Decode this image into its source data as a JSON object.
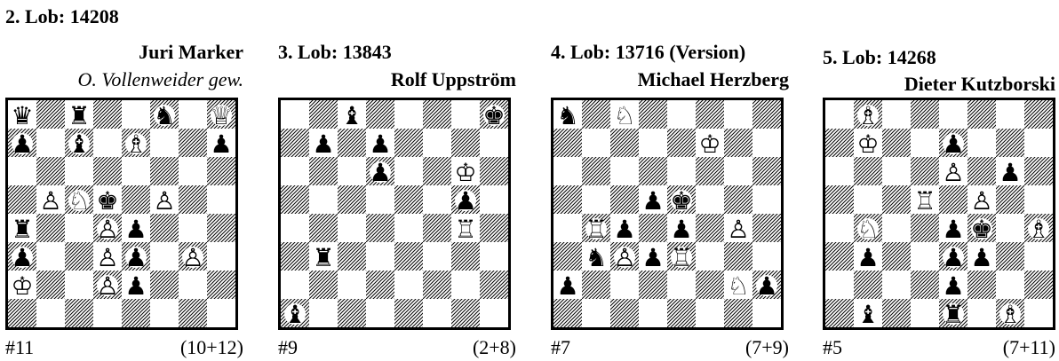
{
  "problems": [
    {
      "heading": "2. Lob: 14208",
      "author": "Juri Marker",
      "note": "O. Vollenweider gew.",
      "stipulation": "#11",
      "piece_count": "(10+12)",
      "pieces": [
        {
          "sq": "a8",
          "p": "bQ"
        },
        {
          "sq": "c8",
          "p": "bR"
        },
        {
          "sq": "f8",
          "p": "bN"
        },
        {
          "sq": "h8",
          "p": "wQ"
        },
        {
          "sq": "a7",
          "p": "bP"
        },
        {
          "sq": "c7",
          "p": "bB"
        },
        {
          "sq": "e7",
          "p": "wB"
        },
        {
          "sq": "h7",
          "p": "bP"
        },
        {
          "sq": "b5",
          "p": "wP"
        },
        {
          "sq": "c5",
          "p": "wN"
        },
        {
          "sq": "d5",
          "p": "bK"
        },
        {
          "sq": "f5",
          "p": "wP"
        },
        {
          "sq": "a4",
          "p": "bR"
        },
        {
          "sq": "d4",
          "p": "wP"
        },
        {
          "sq": "e4",
          "p": "bP"
        },
        {
          "sq": "a3",
          "p": "bP"
        },
        {
          "sq": "d3",
          "p": "wP"
        },
        {
          "sq": "e3",
          "p": "bP"
        },
        {
          "sq": "g3",
          "p": "wP"
        },
        {
          "sq": "a2",
          "p": "wK"
        },
        {
          "sq": "d2",
          "p": "wP"
        },
        {
          "sq": "e2",
          "p": "bP"
        }
      ]
    },
    {
      "heading": "3. Lob: 13843",
      "author": "Rolf Uppström",
      "note": "",
      "stipulation": "#9",
      "piece_count": "(2+8)",
      "pieces": [
        {
          "sq": "c8",
          "p": "bB"
        },
        {
          "sq": "h8",
          "p": "bK"
        },
        {
          "sq": "b7",
          "p": "bP"
        },
        {
          "sq": "d7",
          "p": "bP"
        },
        {
          "sq": "d6",
          "p": "bP"
        },
        {
          "sq": "g6",
          "p": "wK"
        },
        {
          "sq": "g5",
          "p": "bP"
        },
        {
          "sq": "g4",
          "p": "wR"
        },
        {
          "sq": "b3",
          "p": "bR"
        },
        {
          "sq": "a1",
          "p": "bB"
        }
      ]
    },
    {
      "heading": "4. Lob: 13716 (Version)",
      "author": "Michael Herzberg",
      "note": "",
      "stipulation": "#7",
      "piece_count": "(7+9)",
      "pieces": [
        {
          "sq": "a8",
          "p": "bN"
        },
        {
          "sq": "c8",
          "p": "wN"
        },
        {
          "sq": "f7",
          "p": "wK"
        },
        {
          "sq": "d5",
          "p": "bP"
        },
        {
          "sq": "e5",
          "p": "bK"
        },
        {
          "sq": "b4",
          "p": "wR"
        },
        {
          "sq": "c4",
          "p": "bP"
        },
        {
          "sq": "e4",
          "p": "bP"
        },
        {
          "sq": "g4",
          "p": "wP"
        },
        {
          "sq": "b3",
          "p": "bN"
        },
        {
          "sq": "c3",
          "p": "wP"
        },
        {
          "sq": "d3",
          "p": "bP"
        },
        {
          "sq": "e3",
          "p": "wR"
        },
        {
          "sq": "a2",
          "p": "bP"
        },
        {
          "sq": "g2",
          "p": "wN"
        },
        {
          "sq": "h2",
          "p": "bP"
        }
      ]
    },
    {
      "heading": "5. Lob: 14268",
      "author": "Dieter Kutzborski",
      "note": "",
      "stipulation": "#5",
      "piece_count": "(7+11)",
      "pieces": [
        {
          "sq": "b8",
          "p": "wB"
        },
        {
          "sq": "b7",
          "p": "wK"
        },
        {
          "sq": "e7",
          "p": "bP"
        },
        {
          "sq": "e6",
          "p": "wP"
        },
        {
          "sq": "g6",
          "p": "bP"
        },
        {
          "sq": "d5",
          "p": "wR"
        },
        {
          "sq": "f5",
          "p": "wP"
        },
        {
          "sq": "b4",
          "p": "wN"
        },
        {
          "sq": "e4",
          "p": "bP"
        },
        {
          "sq": "f4",
          "p": "bK"
        },
        {
          "sq": "h4",
          "p": "wB"
        },
        {
          "sq": "b3",
          "p": "bP"
        },
        {
          "sq": "e3",
          "p": "bP"
        },
        {
          "sq": "f3",
          "p": "bP"
        },
        {
          "sq": "e2",
          "p": "bP"
        },
        {
          "sq": "b1",
          "p": "bB"
        },
        {
          "sq": "e1",
          "p": "bR"
        },
        {
          "sq": "g1",
          "p": "wB"
        }
      ]
    }
  ]
}
